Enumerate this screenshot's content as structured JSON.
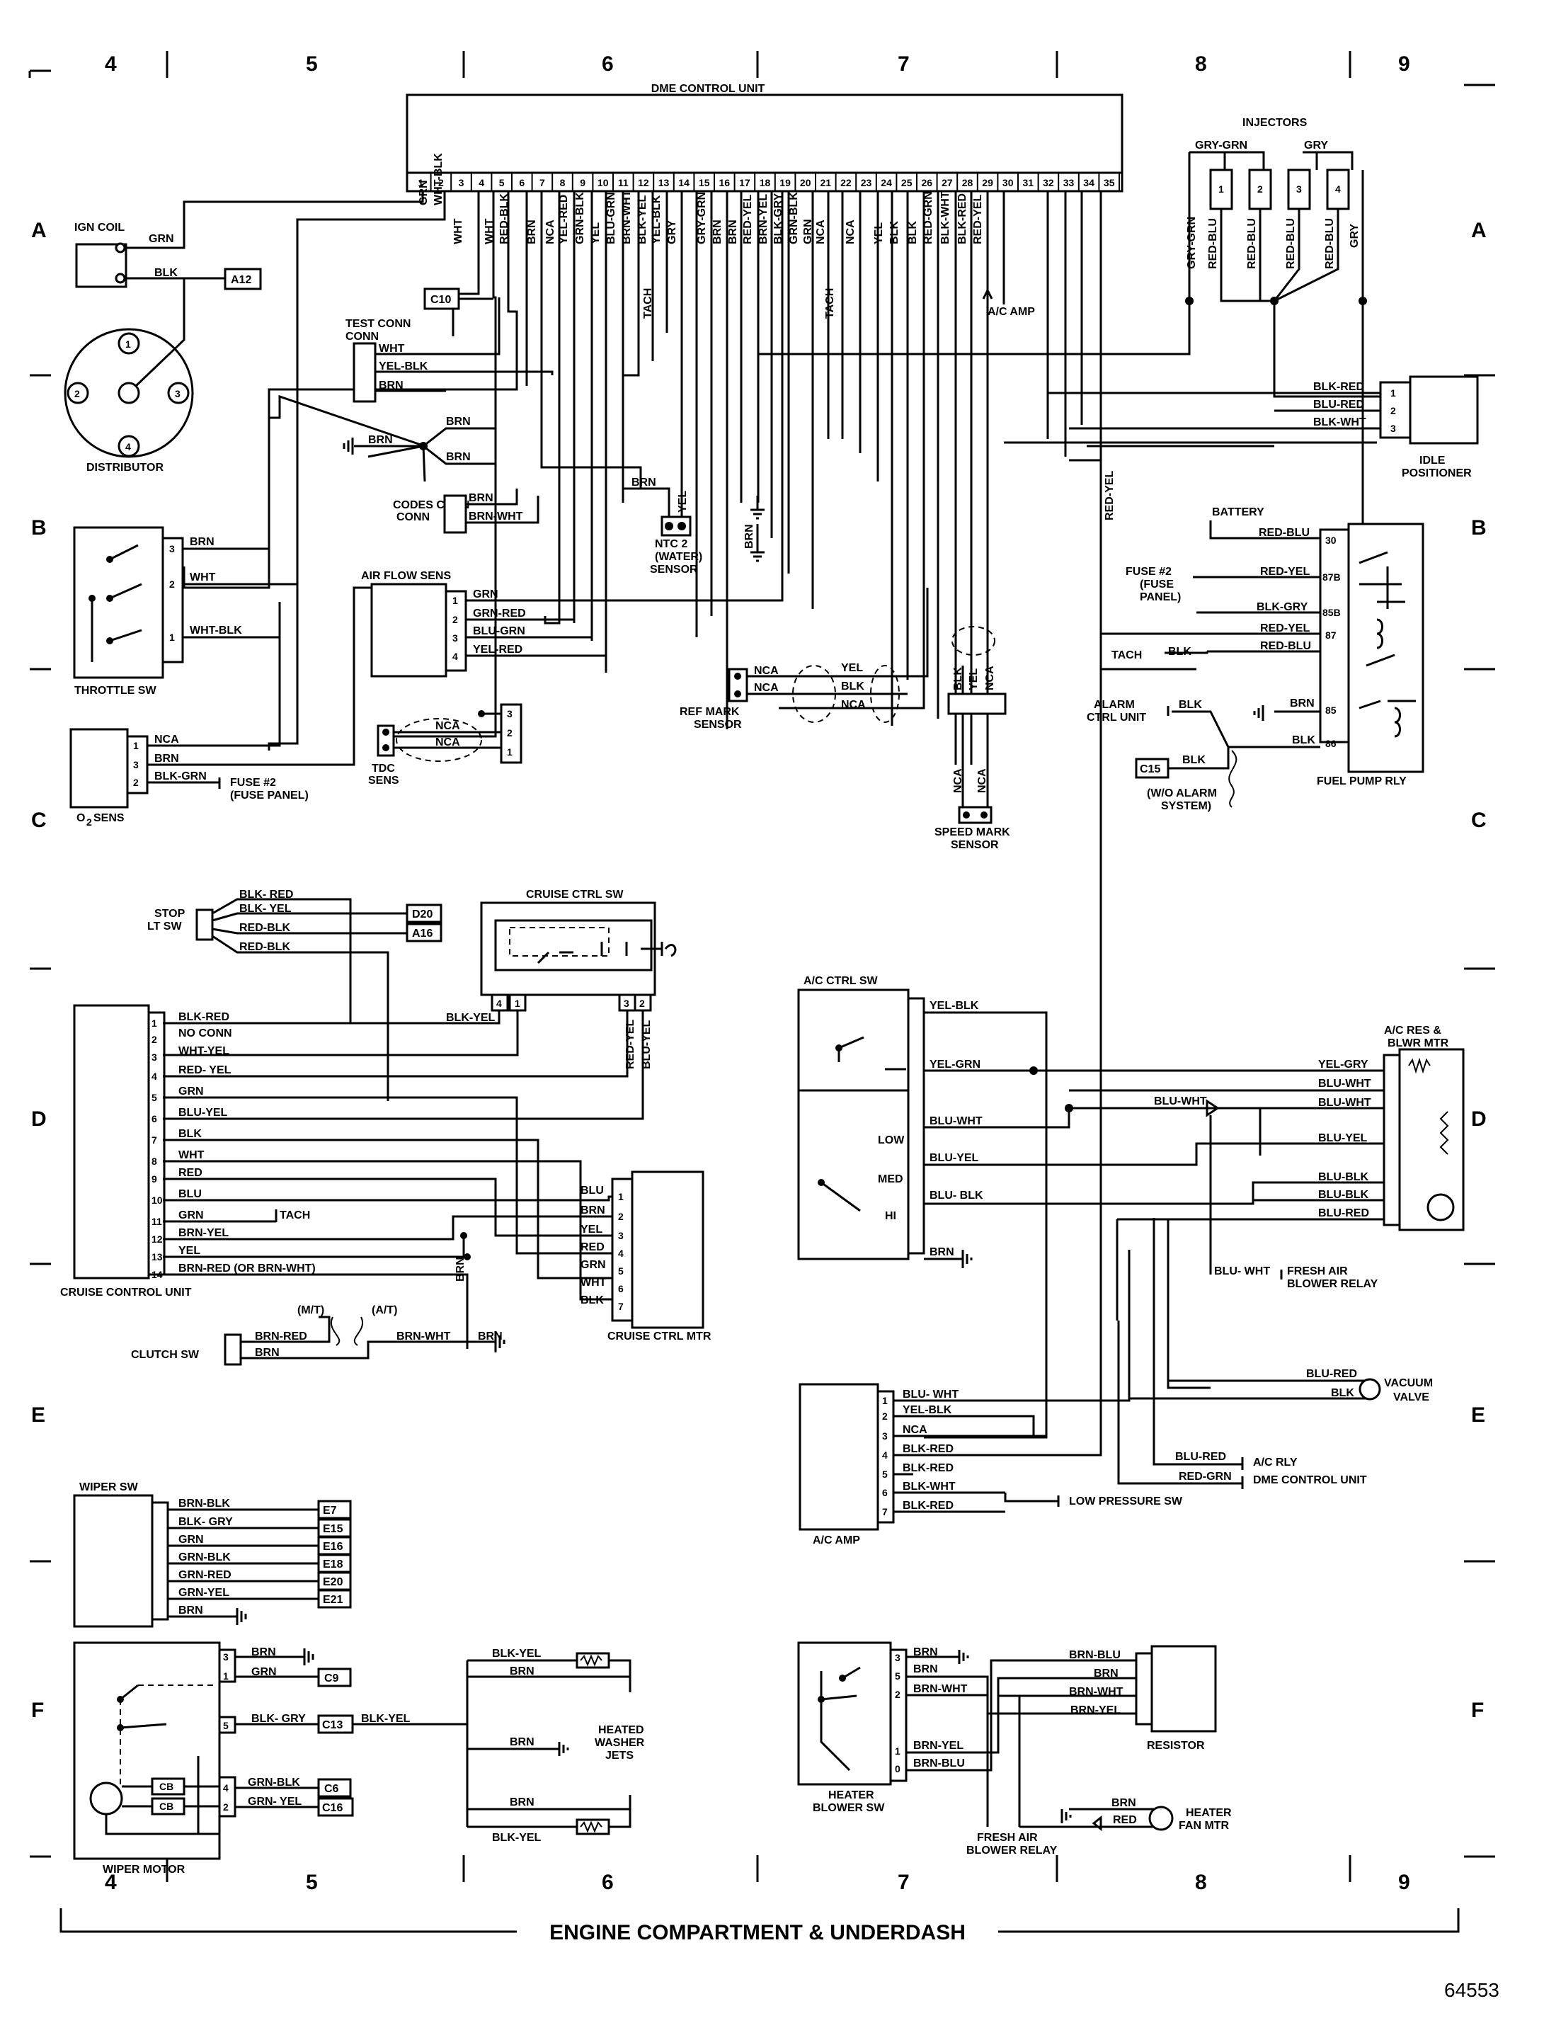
{
  "frame": {
    "col_labels": [
      "4",
      "5",
      "6",
      "7",
      "8",
      "9"
    ],
    "row_labels": [
      "A",
      "B",
      "C",
      "D",
      "E",
      "F"
    ],
    "footer_title": "ENGINE COMPARTMENT & UNDERDASH",
    "figure_number": "64553"
  },
  "dme": {
    "title": "DME CONTROL UNIT",
    "pins": [
      "1",
      "2",
      "3",
      "4",
      "5",
      "6",
      "7",
      "8",
      "9",
      "10",
      "11",
      "12",
      "13",
      "14",
      "15",
      "16",
      "17",
      "18",
      "19",
      "20",
      "21",
      "22",
      "23",
      "24",
      "25",
      "26",
      "27",
      "28",
      "29",
      "30",
      "31",
      "32",
      "33",
      "34",
      "35"
    ],
    "wires": [
      "GRN",
      "WHT-BLK",
      "WHT",
      "WHT",
      "RED-BLK",
      "BRN",
      "NCA",
      "YEL-RED",
      "GRN-BLK",
      "YEL",
      "BLU-GRN",
      "BRN-WHT",
      "BLK-YEL",
      "YEL-BLK",
      "GRY",
      "GRY-GRN",
      "BRN",
      "BRN",
      "RED-YEL",
      "BRN-YEL",
      "BLK-GRY",
      "GRN-BLK",
      "GRN",
      "NCA",
      "NCA",
      "YEL",
      "BLK",
      "BLK",
      "RED-GRN",
      "BLK-WHT",
      "BLK-RED",
      "RED-YEL"
    ],
    "tach_a": "TACH",
    "tach_b": "TACH",
    "ac_amp": "A/C AMP",
    "c10": "C10"
  },
  "ign": {
    "coil": "IGN COIL",
    "grn": "GRN",
    "blk": "BLK",
    "a12": "A12",
    "distributor": "DISTRIBUTOR",
    "terms": [
      "1",
      "2",
      "3",
      "4"
    ]
  },
  "injectors": {
    "title": "INJECTORS",
    "gry_grn": "GRY-GRN",
    "gry": "GRY",
    "nums": [
      "1",
      "2",
      "3",
      "4"
    ],
    "wires": [
      "GRY-GRN",
      "RED-BLU",
      "RED-BLU",
      "RED-BLU",
      "RED-BLU",
      "GRY"
    ]
  },
  "test_conn": {
    "title": "TEST CONN",
    "wires": [
      "WHT",
      "YEL-BLK",
      "BRN"
    ]
  },
  "ground_brn": [
    "BRN",
    "BRN",
    "BRN"
  ],
  "codes_conn": {
    "title": "CODES CONN",
    "wires": [
      "BRN",
      "BRN-WHT"
    ]
  },
  "ntc": {
    "title": "NTC 2 (WATER) SENSOR",
    "brn": "BRN",
    "yel": "YEL",
    "brn2": "BRN"
  },
  "idle_pos": {
    "title": "IDLE POSITIONER",
    "wires": [
      "BLK-RED",
      "BLU-RED",
      "BLK-WHT"
    ],
    "pins": [
      "1",
      "2",
      "3"
    ]
  },
  "throttle": {
    "title": "THROTTLE SW",
    "wires": [
      "BRN",
      "WHT",
      "WHT-BLK"
    ],
    "pins": [
      "3",
      "2",
      "1"
    ]
  },
  "airflow": {
    "title": "AIR FLOW SENS",
    "wires": [
      "GRN",
      "GRN-RED",
      "BLU-GRN",
      "YEL-RED"
    ],
    "pins": [
      "1",
      "2",
      "3",
      "4"
    ]
  },
  "refmark": {
    "title": "REF MARK SENSOR",
    "left": [
      "NCA",
      "NCA"
    ],
    "right": [
      "YEL",
      "BLK",
      "NCA"
    ]
  },
  "tdc": {
    "title": "TDC SENS",
    "wires": [
      "NCA",
      "NCA"
    ],
    "pins": [
      "3",
      "2",
      "1"
    ]
  },
  "o2": {
    "title": "O2 SENS",
    "wires": [
      "NCA",
      "BRN",
      "BLK-GRN"
    ],
    "pins": [
      "1",
      "3",
      "2"
    ],
    "fuse": "FUSE #2 (FUSE PANEL)"
  },
  "speed": {
    "title": "SPEED MARK SENSOR",
    "top": [
      "BLK",
      "YEL",
      "NCA"
    ],
    "bottom": [
      "NCA",
      "NCA"
    ]
  },
  "fuel_pump": {
    "title": "FUEL PUMP RLY",
    "battery": "BATTERY",
    "fuse": "FUSE #2 (FUSE PANEL)",
    "wires": [
      "RED-BLU",
      "RED-YEL",
      "BLK-GRY",
      "RED-YEL",
      "RED-BLU",
      "BRN",
      "BLK"
    ],
    "pins": [
      "30",
      "87B",
      "85B",
      "87",
      "85",
      "86"
    ],
    "tach": "TACH",
    "tach_blk": "BLK",
    "alarm": "ALARM CTRL UNIT",
    "alarm_blk": "BLK",
    "c15": "C15",
    "c15_blk": "BLK",
    "woalarm": "(W/O ALARM SYSTEM)",
    "red_yel": "RED-YEL"
  },
  "cruise": {
    "stop_sw": "STOP LT SW",
    "stop_wires": [
      "BLK- RED",
      "BLK- YEL",
      "RED-BLK",
      "RED-BLK"
    ],
    "d20": "D20",
    "a16": "A16",
    "ctrl_sw": "CRUISE CTRL SW",
    "sw_pins": [
      "4",
      "1",
      "3",
      "2"
    ],
    "sw_wires": [
      "RED-YEL",
      "BLU-YEL"
    ],
    "unit": "CRUISE CONTROL UNIT",
    "unit_pins": [
      "1",
      "2",
      "3",
      "4",
      "5",
      "6",
      "7",
      "8",
      "9",
      "10",
      "11",
      "12",
      "13",
      "14"
    ],
    "unit_wires": [
      "BLK-RED",
      "NO CONN",
      "WHT-YEL",
      "RED- YEL",
      "GRN",
      "BLU-YEL",
      "BLK",
      "WHT",
      "RED",
      "BLU",
      "GRN",
      "BRN-YEL",
      "YEL",
      "BRN-RED (OR BRN-WHT)"
    ],
    "blk_yel": "BLK-YEL",
    "tach": "TACH",
    "motor": "CRUISE CTRL MTR",
    "motor_pins": [
      "1",
      "2",
      "3",
      "4",
      "5",
      "6",
      "7"
    ],
    "motor_wires": [
      "BLU",
      "BRN",
      "YEL",
      "RED",
      "GRN",
      "WHT",
      "BLK"
    ],
    "brn_v": "BRN",
    "clutch": "CLUTCH SW",
    "clutch_wires": [
      "BRN-RED",
      "BRN"
    ],
    "mt": "(M/T)",
    "at": "(A/T)",
    "brn_wht": "BRN-WHT",
    "brn": "BRN"
  },
  "ac": {
    "ctrl_sw": "A/C CTRL SW",
    "sw_wires": [
      "YEL-BLK",
      "YEL-GRN",
      "BLU-WHT",
      "BLU-YEL",
      "BLU- BLK",
      "BRN"
    ],
    "low": "LOW",
    "med": "MED",
    "hi": "HI",
    "res": "A/C RES & BLWR MTR",
    "res_wires": [
      "YEL-GRY",
      "BLU-WHT",
      "BLU-WHT",
      "BLU-YEL",
      "BLU-BLK",
      "BLU-BLK",
      "BLU-RED"
    ],
    "blu_wht_mid": "BLU-WHT",
    "fresh_air": "BLU- WHT",
    "fresh_air_label": "FRESH AIR BLOWER RELAY",
    "vacuum": "VACUUM VALVE",
    "vac_wires": [
      "BLU-RED",
      "BLK"
    ],
    "amp": "A/C AMP",
    "amp_pins": [
      "1",
      "2",
      "3",
      "4",
      "5",
      "6",
      "7"
    ],
    "amp_wires": [
      "BLU- WHT",
      "YEL-BLK",
      "NCA",
      "BLK-RED",
      "BLK-RED",
      "BLK-WHT",
      "BLK-RED"
    ],
    "ac_rly_wire": "BLU-RED",
    "ac_rly": "A/C RLY",
    "dme_wire": "RED-GRN",
    "dme": "DME CONTROL UNIT",
    "low_press": "LOW PRESSURE SW"
  },
  "wiper_sw": {
    "title": "WIPER SW",
    "wires": [
      "BRN-BLK",
      "BLK- GRY",
      "GRN",
      "GRN-BLK",
      "GRN-RED",
      "GRN-YEL",
      "BRN"
    ],
    "refs": [
      "E7",
      "E15",
      "E16",
      "E18",
      "E20",
      "E21"
    ]
  },
  "wiper_motor": {
    "title": "WIPER MOTOR",
    "pins": [
      "3",
      "1",
      "5",
      "4",
      "2"
    ],
    "wires": [
      "BRN",
      "GRN",
      "BLK- GRY",
      "GRN-BLK",
      "GRN- YEL"
    ],
    "refs": [
      "C9",
      "C13",
      "C6",
      "C16"
    ],
    "cb": "CB",
    "blk_yel": "BLK-YEL"
  },
  "washer": {
    "title": "HEATED WASHER JETS",
    "wires": [
      "BLK-YEL",
      "BRN",
      "BRN",
      "BRN",
      "BLK-YEL"
    ]
  },
  "heater": {
    "sw": "HEATER BLOWER SW",
    "pins": [
      "3",
      "5",
      "2",
      "1",
      "0"
    ],
    "sw_wires": [
      "BRN",
      "BRN",
      "BRN-WHT",
      "BRN-YEL",
      "BRN-BLU"
    ],
    "resistor": "RESISTOR",
    "res_wires": [
      "BRN-BLU",
      "BRN",
      "BRN-WHT",
      "BRN-YEL"
    ],
    "fan": "HEATER FAN MTR",
    "fan_wires": [
      "BRN",
      "RED"
    ],
    "relay": "FRESH AIR BLOWER RELAY"
  }
}
